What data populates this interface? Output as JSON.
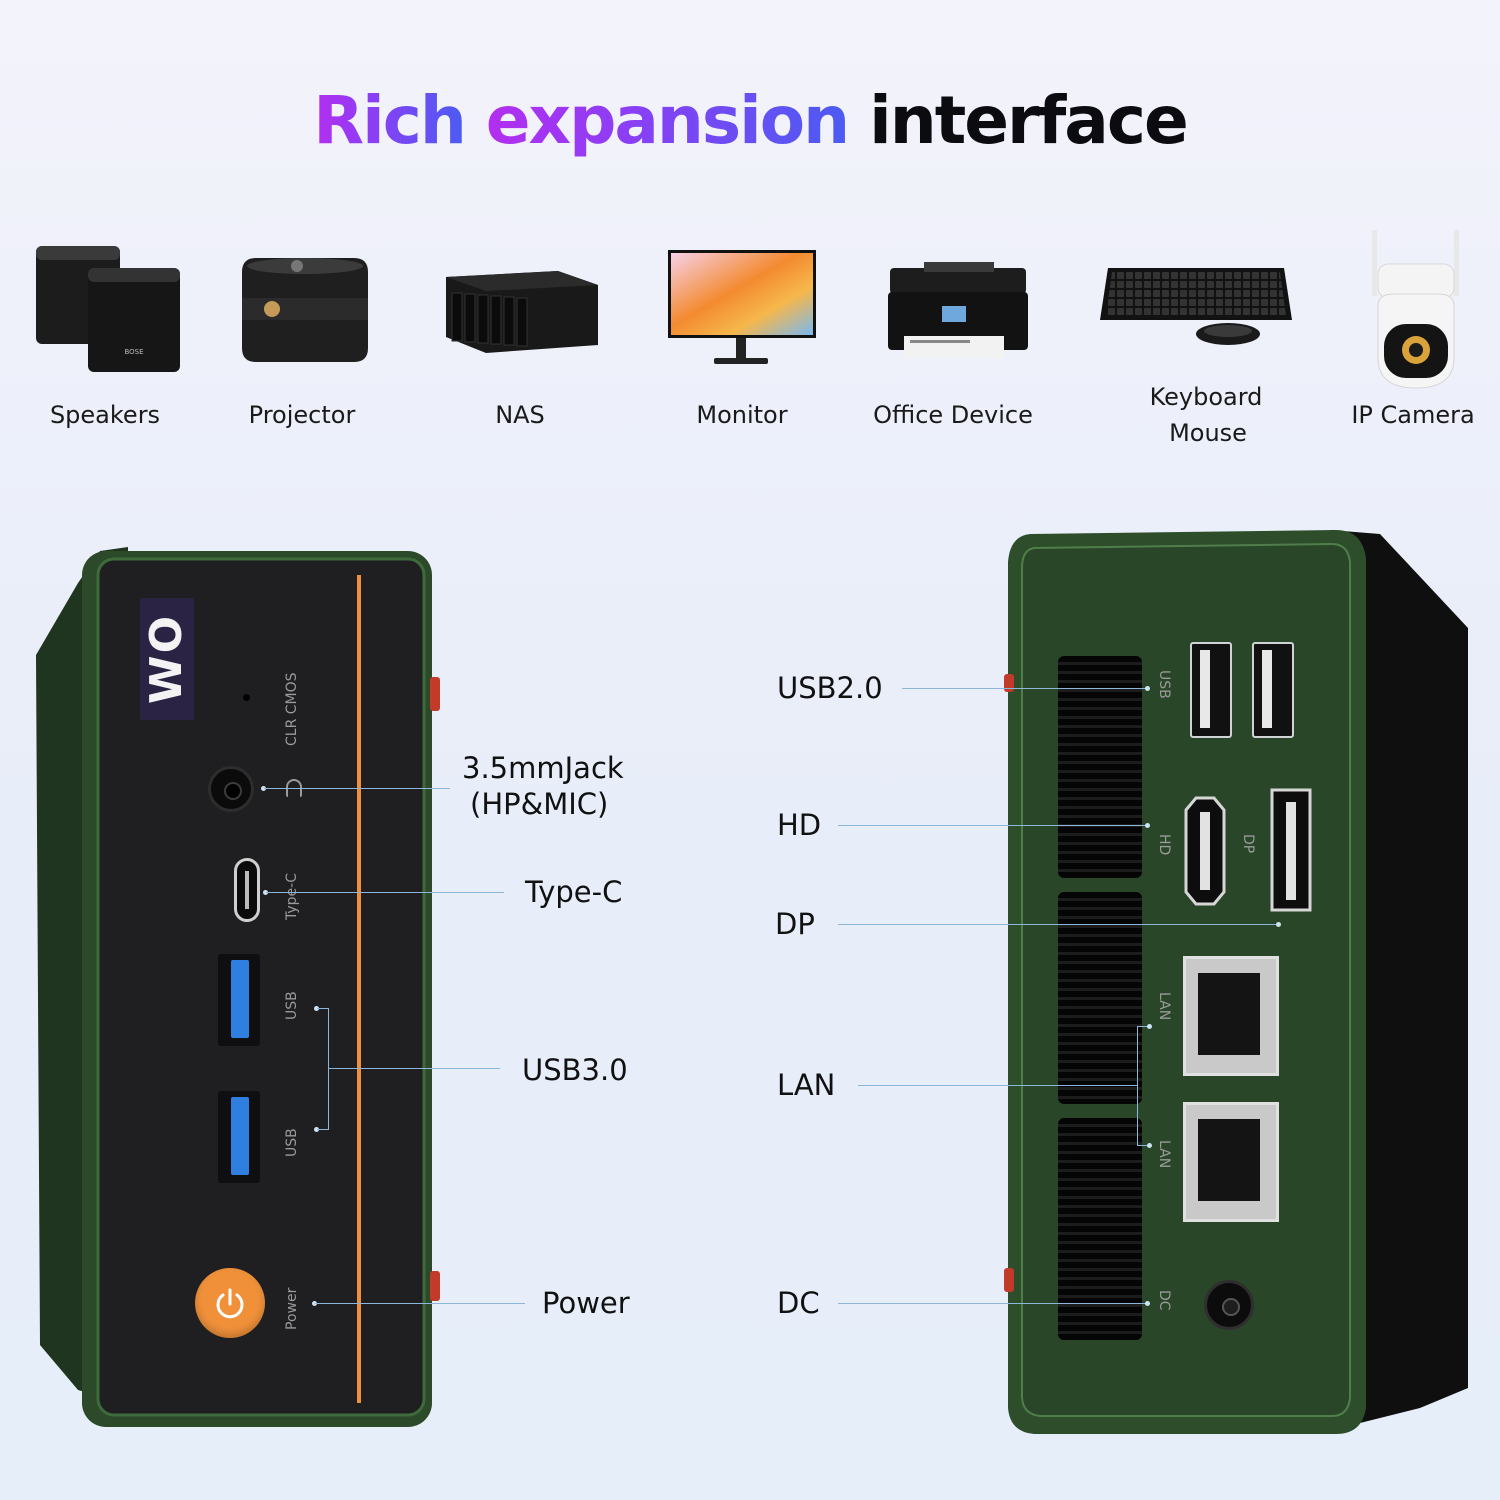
{
  "title": {
    "part1": "Rich",
    "part2": "expansion",
    "part3": "interface"
  },
  "devices": [
    {
      "name": "Speakers",
      "icon": "speakers-icon"
    },
    {
      "name": "Projector",
      "icon": "projector-icon"
    },
    {
      "name": "NAS",
      "icon": "nas-icon"
    },
    {
      "name": "Monitor",
      "icon": "monitor-icon"
    },
    {
      "name": "Office Device",
      "icon": "printer-icon"
    },
    {
      "name_line1": "Keyboard",
      "name_line2": "Mouse",
      "icon": "keyboard-mouse-icon"
    },
    {
      "name": "IP Camera",
      "icon": "ip-camera-icon"
    }
  ],
  "front_panel": {
    "logo": "WO",
    "printed_labels": {
      "clr_cmos": "CLR CMOS",
      "type_c": "Type-C",
      "usb_a": "USB",
      "usb_b": "USB",
      "power": "Power"
    },
    "callouts": {
      "jack_line1": "3.5mmJack",
      "jack_line2": "(HP&MIC)",
      "type_c": "Type-C",
      "usb3": "USB3.0",
      "power": "Power"
    }
  },
  "rear_panel": {
    "printed_labels": {
      "usb": "USB",
      "hd": "HD",
      "dp": "DP",
      "lan_a": "LAN",
      "lan_b": "LAN",
      "dc": "DC"
    },
    "callouts": {
      "usb2": "USB2.0",
      "hd": "HD",
      "dp": "DP",
      "lan": "LAN",
      "dc": "DC"
    }
  },
  "colors": {
    "chassis_green": "#2c4a2a",
    "accent_orange": "#f0913a",
    "callout_line": "#8cb6dc",
    "usb3_blue": "#2f7fe0"
  }
}
